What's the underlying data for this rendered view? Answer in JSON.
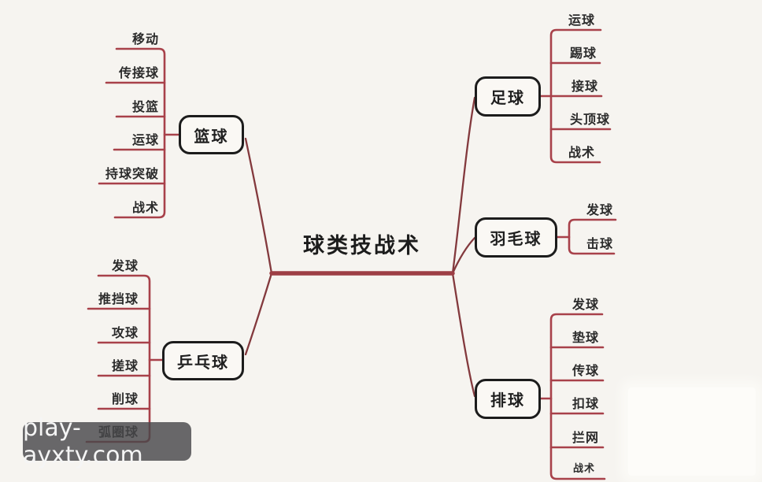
{
  "title": "球类技战术",
  "watermark": "play-ayxty.com",
  "branches": [
    {
      "id": "basketball",
      "label": "篮球",
      "children": [
        "移动",
        "传接球",
        "投篮",
        "运球",
        "持球突破",
        "战术"
      ]
    },
    {
      "id": "table-tennis",
      "label": "乒乓球",
      "children": [
        "发球",
        "推挡球",
        "攻球",
        "搓球",
        "削球",
        "弧圈球"
      ]
    },
    {
      "id": "football",
      "label": "足球",
      "children": [
        "运球",
        "踢球",
        "接球",
        "头顶球",
        "战术"
      ]
    },
    {
      "id": "badminton",
      "label": "羽毛球",
      "children": [
        "发球",
        "击球"
      ]
    },
    {
      "id": "volleyball",
      "label": "排球",
      "children": [
        "发球",
        "垫球",
        "传球",
        "扣球",
        "拦网",
        "战术"
      ]
    }
  ],
  "colors": {
    "background": "#f6f4f0",
    "branch_line": "#a8414a",
    "center_line": "#9d3e45",
    "trunk_line": "#83393d",
    "node_border": "#1c1c1c",
    "text": "#2b2b2b",
    "watermark_bg": "rgba(72,72,74,0.82)",
    "watermark_text": "#f5f5f5"
  }
}
